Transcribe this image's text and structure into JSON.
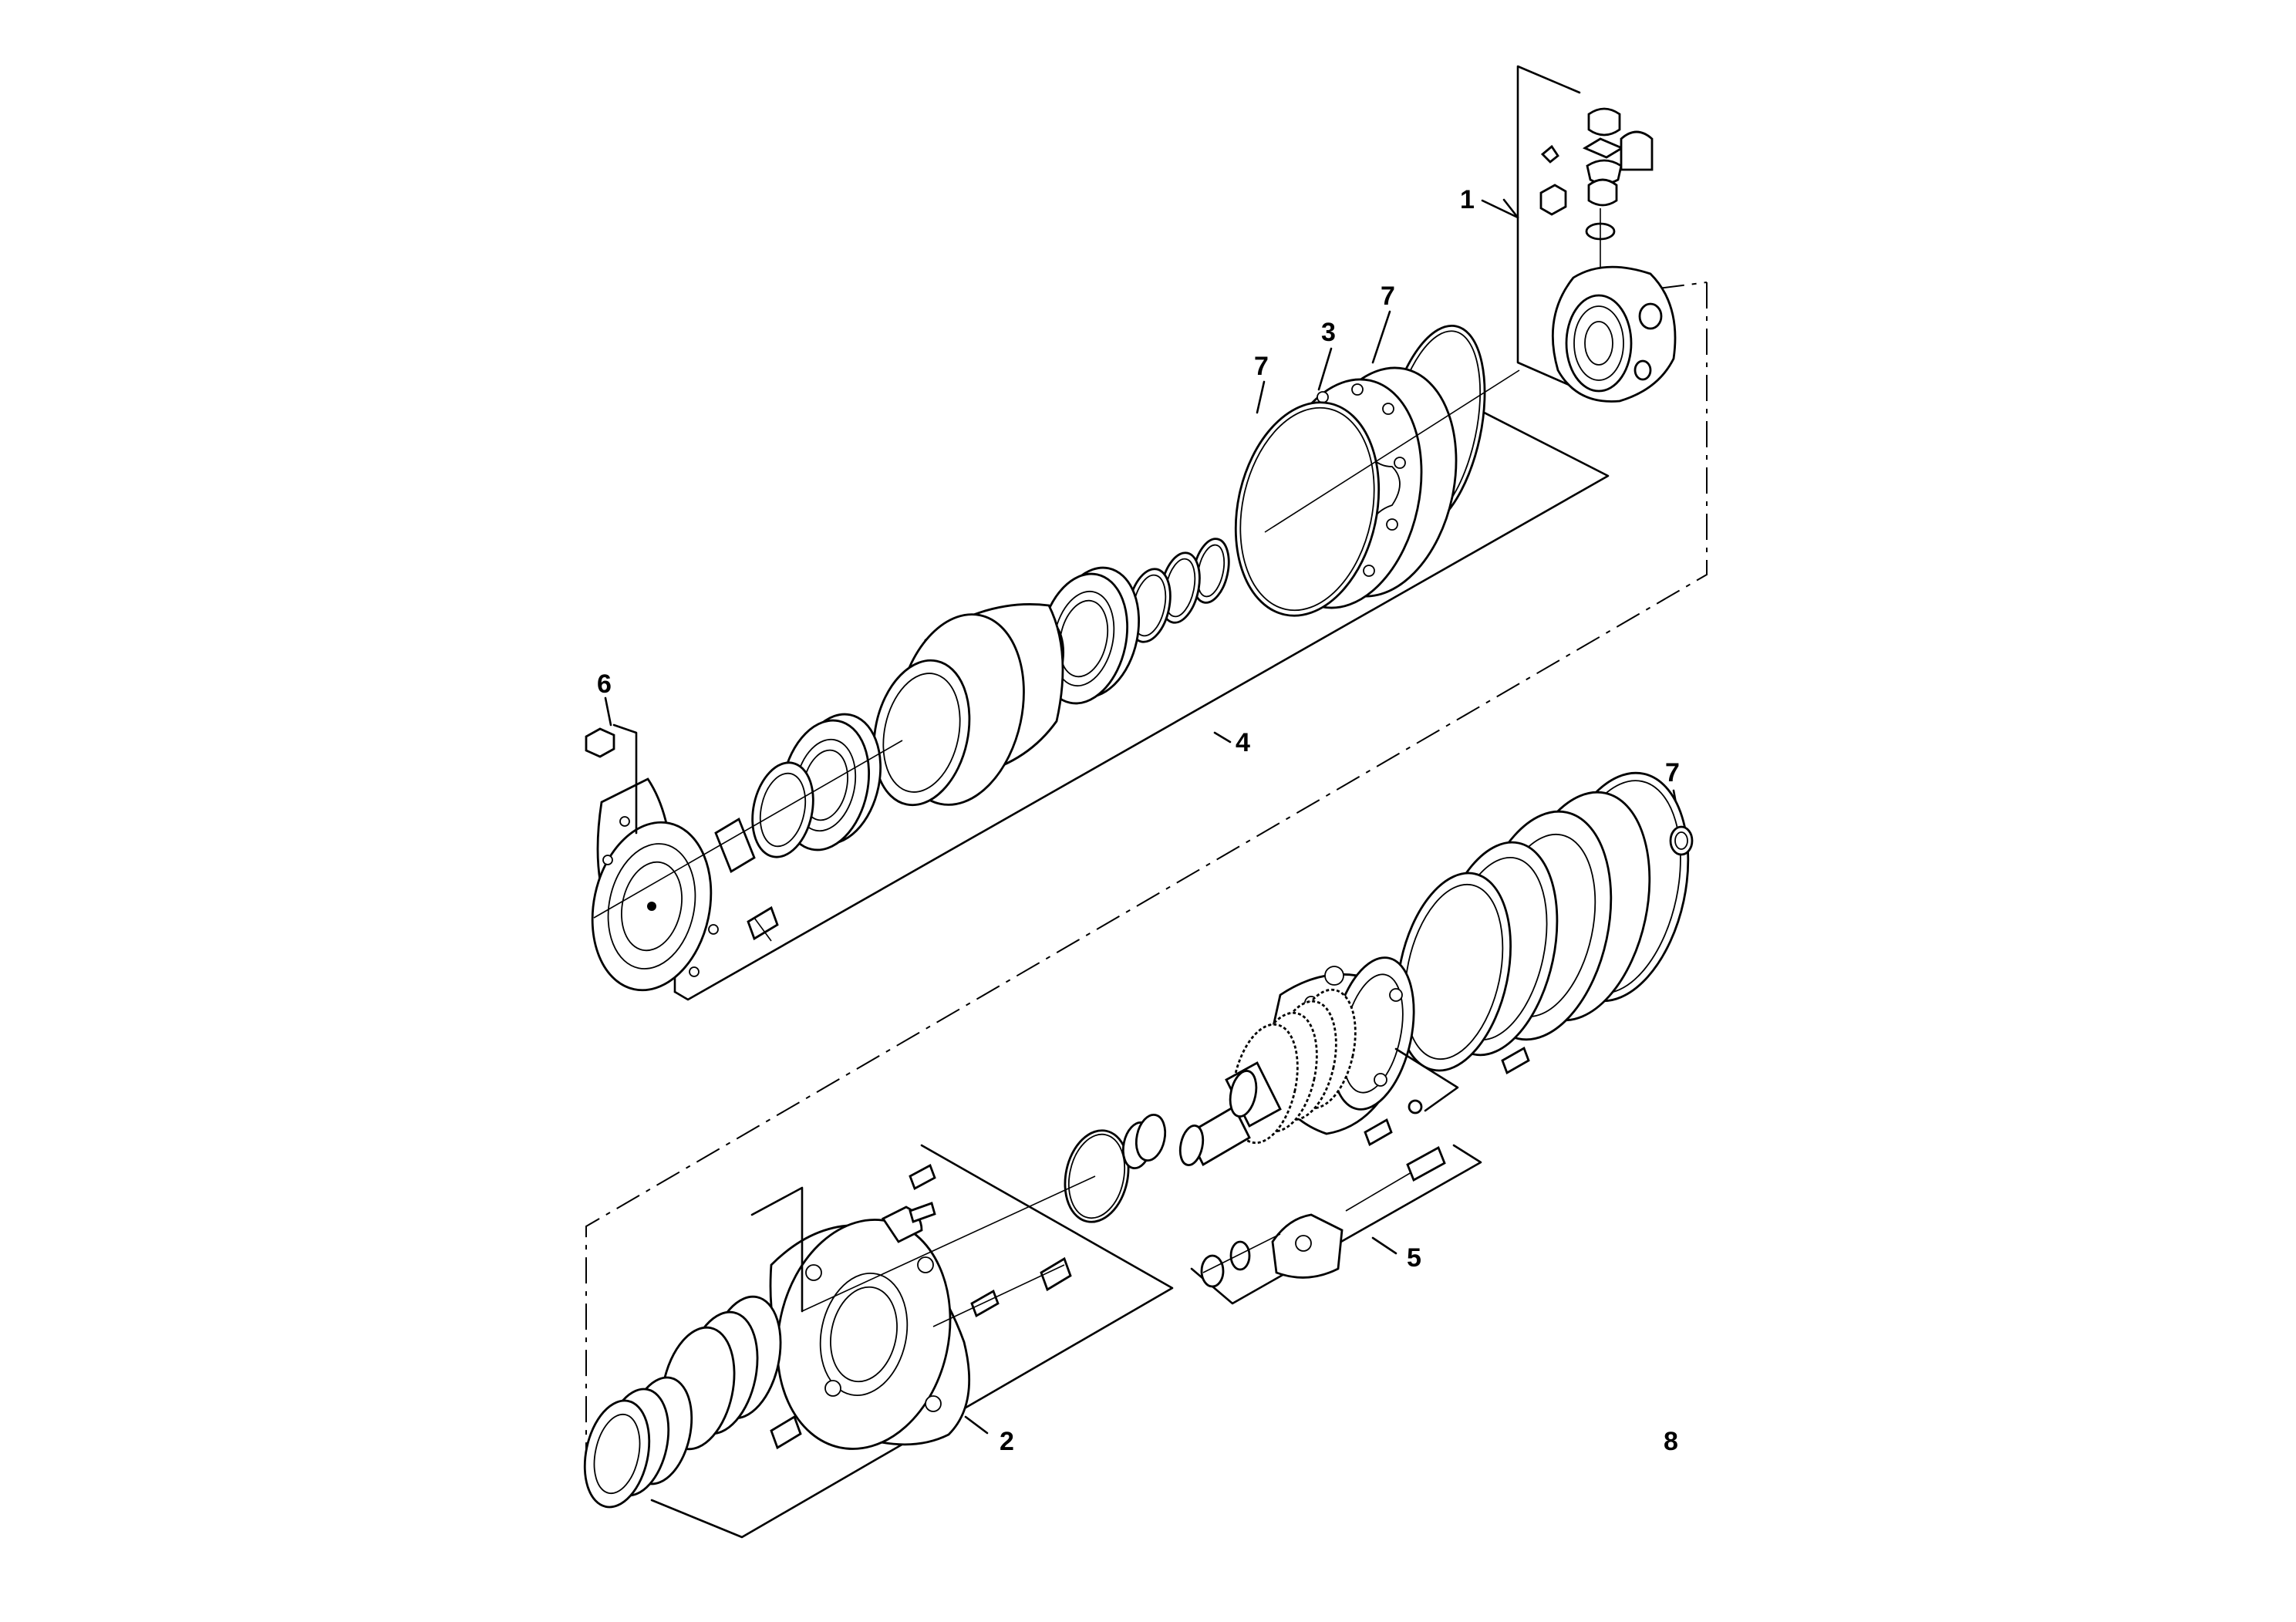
{
  "diagram": {
    "callouts": [
      {
        "id": "c1",
        "label": "1"
      },
      {
        "id": "c2",
        "label": "2"
      },
      {
        "id": "c3",
        "label": "3"
      },
      {
        "id": "c4",
        "label": "4"
      },
      {
        "id": "c5",
        "label": "5"
      },
      {
        "id": "c6",
        "label": "6"
      },
      {
        "id": "c7a",
        "label": "7"
      },
      {
        "id": "c7b",
        "label": "7"
      },
      {
        "id": "c7c",
        "label": "7"
      },
      {
        "id": "c8",
        "label": "8"
      }
    ]
  }
}
